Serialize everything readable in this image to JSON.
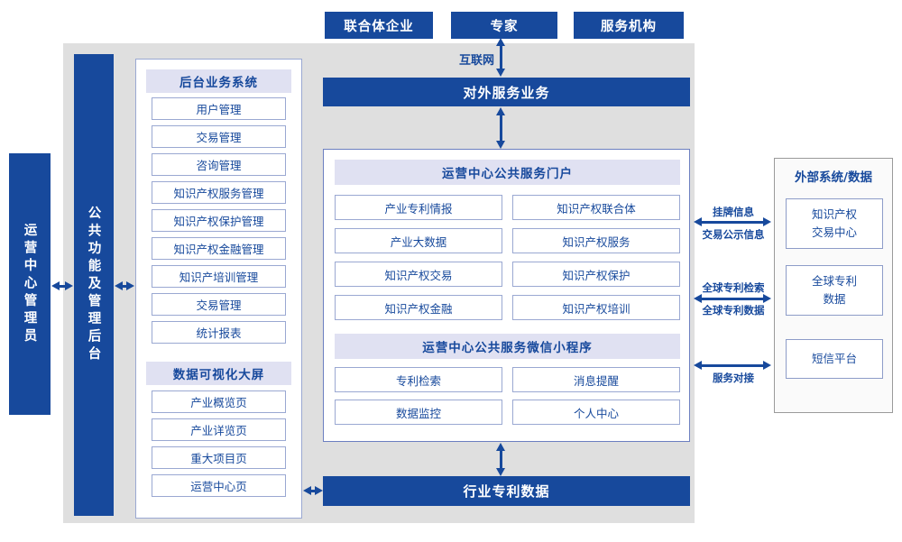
{
  "colors": {
    "primary": "#17499c",
    "panel_bg": "#dfdfdf",
    "header_bg": "#e0e1f2"
  },
  "top_actors": [
    {
      "label": "联合体企业"
    },
    {
      "label": "专家"
    },
    {
      "label": "服务机构"
    }
  ],
  "internet_label": "互联网",
  "left_rails": {
    "admin": "运营中心管理员",
    "backend": "公共功能及管理后台"
  },
  "backend_panel": {
    "sections": [
      {
        "title": "后台业务系统",
        "items": [
          "用户管理",
          "交易管理",
          "咨询管理",
          "知识产权服务管理",
          "知识产权保护管理",
          "知识产权金融管理",
          "知识产培训管理",
          "交易管理",
          "统计报表"
        ]
      },
      {
        "title": "数据可视化大屏",
        "items": [
          "产业概览页",
          "产业详览页",
          "重大项目页",
          "运营中心页"
        ]
      }
    ]
  },
  "center": {
    "external_service_bar": "对外服务业务",
    "portal": {
      "title": "运营中心公共服务门户",
      "items": [
        "产业专利情报",
        "知识产权联合体",
        "产业大数据",
        "知识产权服务",
        "知识产权交易",
        "知识产权保护",
        "知识产权金融",
        "知识产权培训"
      ]
    },
    "mini_program": {
      "title": "运营中心公共服务微信小程序",
      "items": [
        "专利检索",
        "消息提醒",
        "数据监控",
        "个人中心"
      ]
    },
    "industry_data_bar": "行业专利数据"
  },
  "external": {
    "title": "外部系统/数据",
    "systems": [
      "知识产权\n交易中心",
      "全球专利\n数据",
      "短信平台"
    ],
    "links": [
      {
        "label_top": "挂牌信息",
        "label_bottom": "交易公示信息"
      },
      {
        "label_top": "全球专利检索",
        "label_bottom": "全球专利数据"
      },
      {
        "label_top": "",
        "label_bottom": "服务对接"
      }
    ]
  }
}
